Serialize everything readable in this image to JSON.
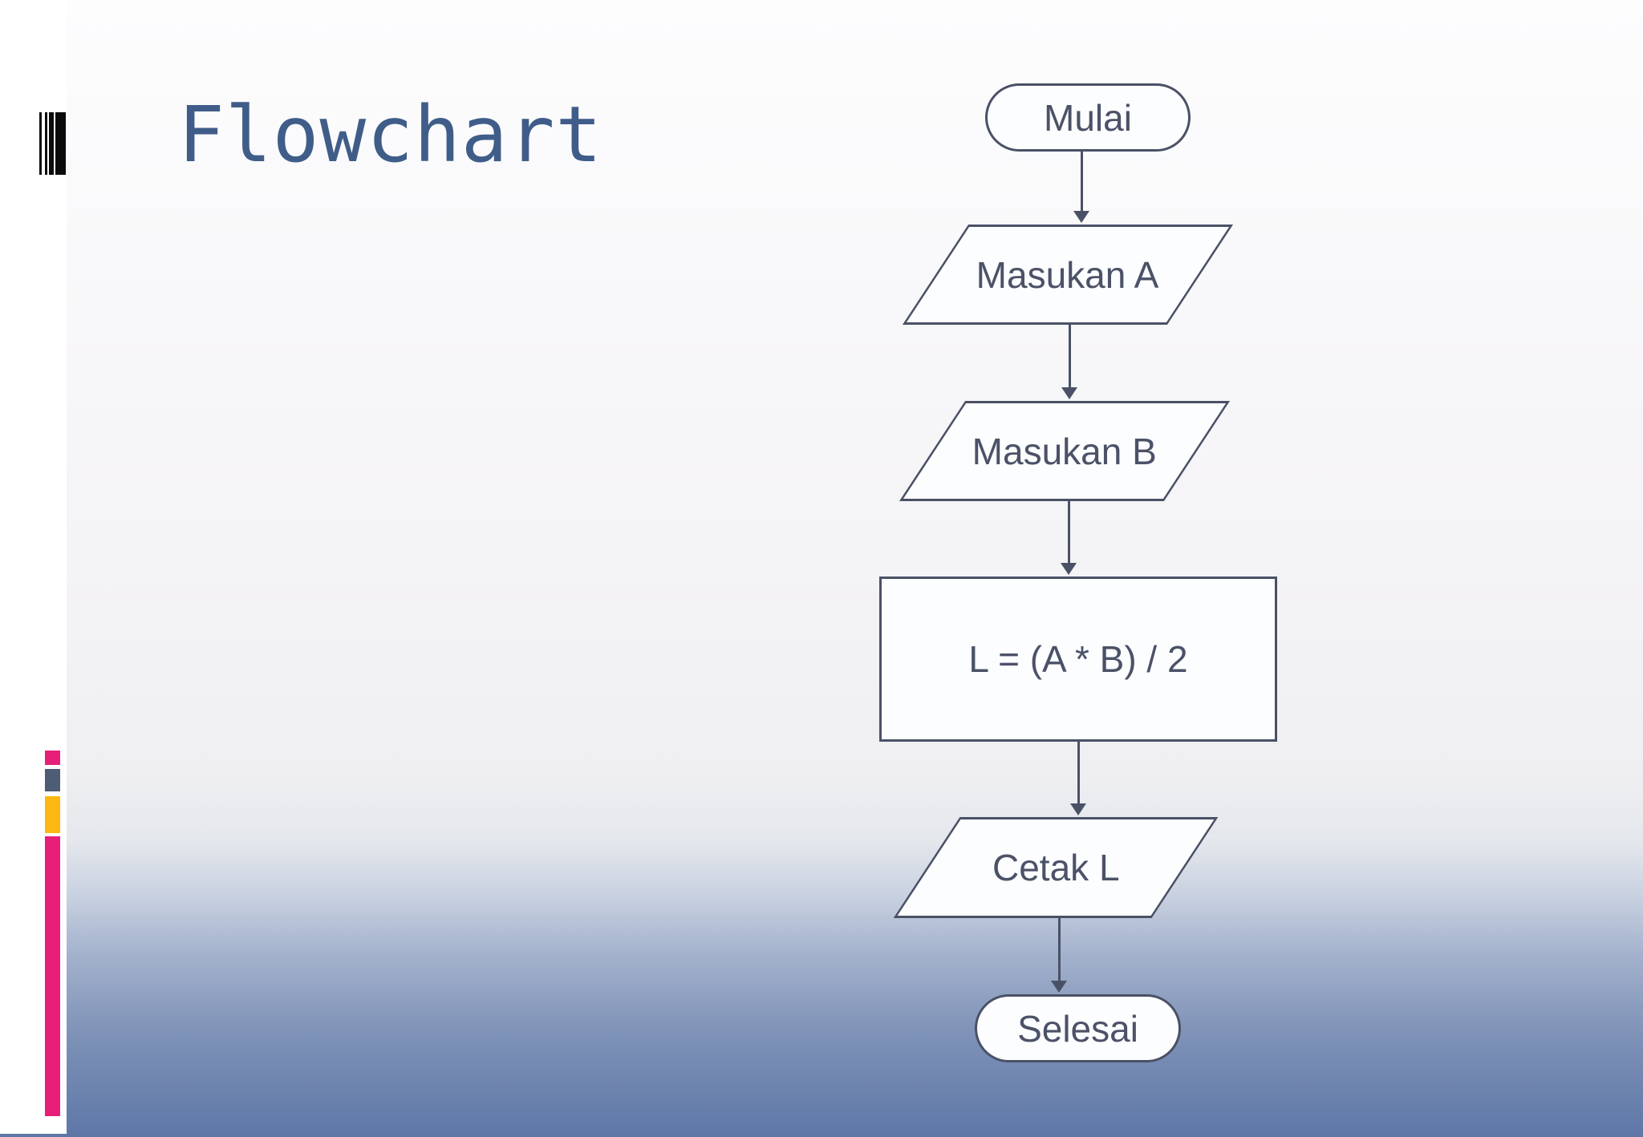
{
  "slide": {
    "title": "Flowchart"
  },
  "flowchart": {
    "nodes": [
      {
        "id": "start",
        "type": "terminator",
        "label": "Mulai"
      },
      {
        "id": "input-a",
        "type": "input-output",
        "label": "Masukan A"
      },
      {
        "id": "input-b",
        "type": "input-output",
        "label": "Masukan B"
      },
      {
        "id": "process",
        "type": "process",
        "label": "L = (A * B) / 2"
      },
      {
        "id": "output",
        "type": "input-output",
        "label": "Cetak L"
      },
      {
        "id": "end",
        "type": "terminator",
        "label": "Selesai"
      }
    ],
    "connections": [
      {
        "from": "start",
        "to": "input-a"
      },
      {
        "from": "input-a",
        "to": "input-b"
      },
      {
        "from": "input-b",
        "to": "process"
      },
      {
        "from": "process",
        "to": "output"
      },
      {
        "from": "output",
        "to": "end"
      }
    ]
  },
  "decorations": {
    "icons": [
      "barcode-stripes-icon"
    ],
    "accent_bars": [
      {
        "name": "pink-square",
        "color": "#e71e78"
      },
      {
        "name": "slate-square",
        "color": "#4d5d73"
      },
      {
        "name": "amber-bar",
        "color": "#fcb713"
      },
      {
        "name": "pink-bar",
        "color": "#e71e78"
      }
    ]
  },
  "colors": {
    "title_text": "#3f5d88",
    "shape_border": "#4a5166",
    "shape_fill": "#fcfdfe",
    "shape_text": "#4b5268",
    "background_top": "#fdfdfe",
    "background_bottom": "#5e77a7",
    "left_column": "#ffffff"
  }
}
